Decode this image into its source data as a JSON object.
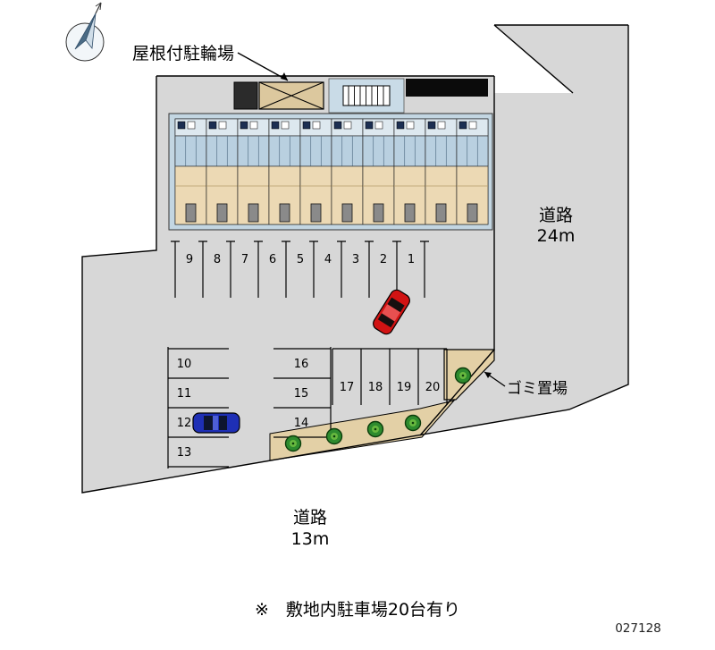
{
  "plan": {
    "note": "※　敷地内駐車場20台有り",
    "plan_no": "027128"
  },
  "labels": {
    "bike_shed": "屋根付駐輪場",
    "garbage": "ゴミ置場",
    "road_right": [
      "道路",
      "24m"
    ],
    "road_bottom": [
      "道路",
      "13m"
    ]
  },
  "parking": {
    "row_top": [
      "9",
      "8",
      "7",
      "6",
      "5",
      "4",
      "3",
      "2",
      "1"
    ],
    "col_left": [
      "10",
      "11",
      "12",
      "13"
    ],
    "col_mid": [
      "16",
      "15",
      "14"
    ],
    "row_bottom": [
      "17",
      "18",
      "19",
      "20"
    ]
  },
  "colors": {
    "site_gray": "#d7d7d7",
    "walkway_tan": "#e3d0a6",
    "building_blue": "#c3d6e2",
    "balcony_tan": "#ecd9b4",
    "structure_black": "#0b0b0b",
    "car_red": "#d11313",
    "car_blue": "#1e2fb5",
    "tree_green": "#2e8b2e"
  }
}
